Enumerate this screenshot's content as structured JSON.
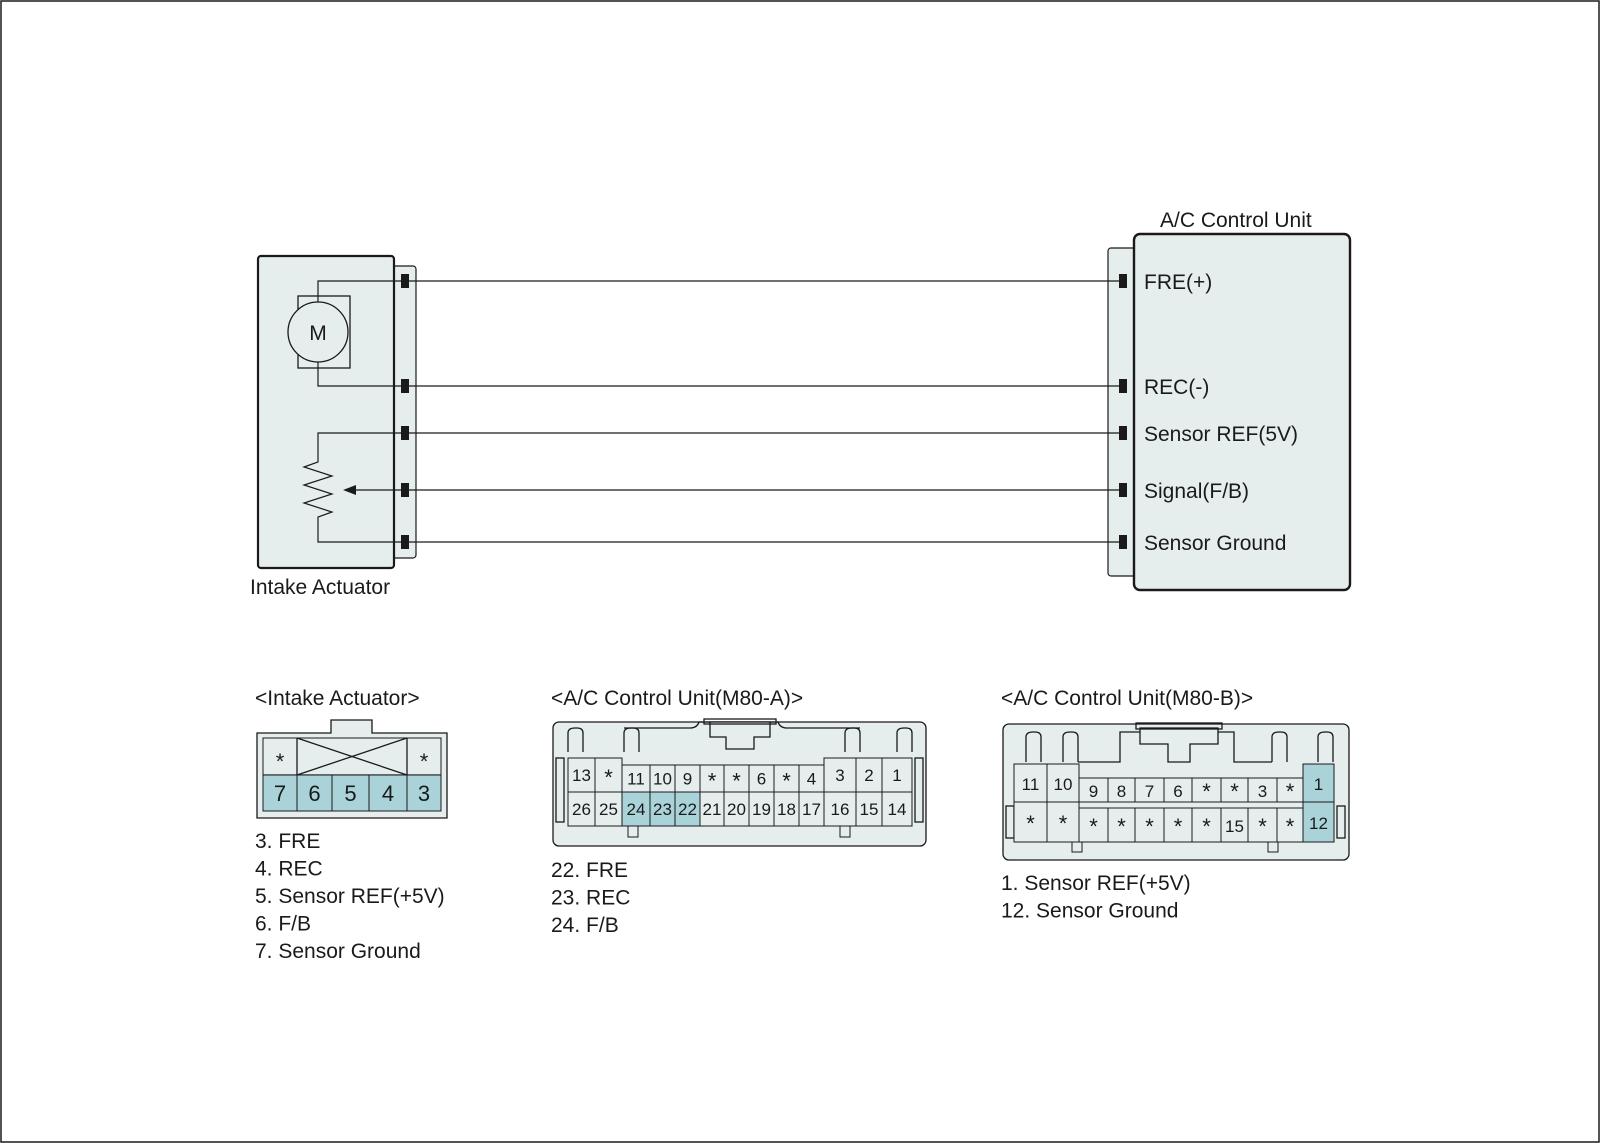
{
  "colors": {
    "body_fill": "#e6eded",
    "highlight": "#a9d3d9",
    "line": "#1a1a1a"
  },
  "actuator": {
    "label": "Intake Actuator",
    "motor_symbol": "M"
  },
  "control_unit": {
    "title": "A/C Control Unit",
    "terminals": [
      "FRE(+)",
      "REC(-)",
      "Sensor REF(5V)",
      "Signal(F/B)",
      "Sensor Ground"
    ]
  },
  "conn_actuator": {
    "title": "<Intake Actuator>",
    "top_row": [
      "*",
      "",
      "*"
    ],
    "bottom_row": [
      "7",
      "6",
      "5",
      "4",
      "3"
    ],
    "highlighted": [
      "7",
      "6",
      "5",
      "4",
      "3"
    ],
    "legend": [
      "3. FRE",
      "4. REC",
      "5. Sensor REF(+5V)",
      "6. F/B",
      "7. Sensor Ground"
    ]
  },
  "conn_m80a": {
    "title": "<A/C Control Unit(M80-A)>",
    "top_row": [
      "13",
      "*",
      "11",
      "10",
      "9",
      "*",
      "*",
      "6",
      "*",
      "4",
      "3",
      "2",
      "1"
    ],
    "bottom_row": [
      "26",
      "25",
      "24",
      "23",
      "22",
      "21",
      "20",
      "19",
      "18",
      "17",
      "16",
      "15",
      "14"
    ],
    "highlighted": [
      "24",
      "23",
      "22"
    ],
    "legend": [
      "22. FRE",
      "23. REC",
      "24. F/B"
    ]
  },
  "conn_m80b": {
    "title": "<A/C Control Unit(M80-B)>",
    "top_row": [
      "11",
      "10",
      "9",
      "8",
      "7",
      "6",
      "*",
      "*",
      "3",
      "*",
      "1"
    ],
    "bottom_row": [
      "*",
      "*",
      "*",
      "*",
      "*",
      "*",
      "*",
      "15",
      "*",
      "*",
      "12"
    ],
    "highlighted": [
      "1",
      "12"
    ],
    "legend": [
      "1. Sensor REF(+5V)",
      "12. Sensor Ground"
    ]
  }
}
